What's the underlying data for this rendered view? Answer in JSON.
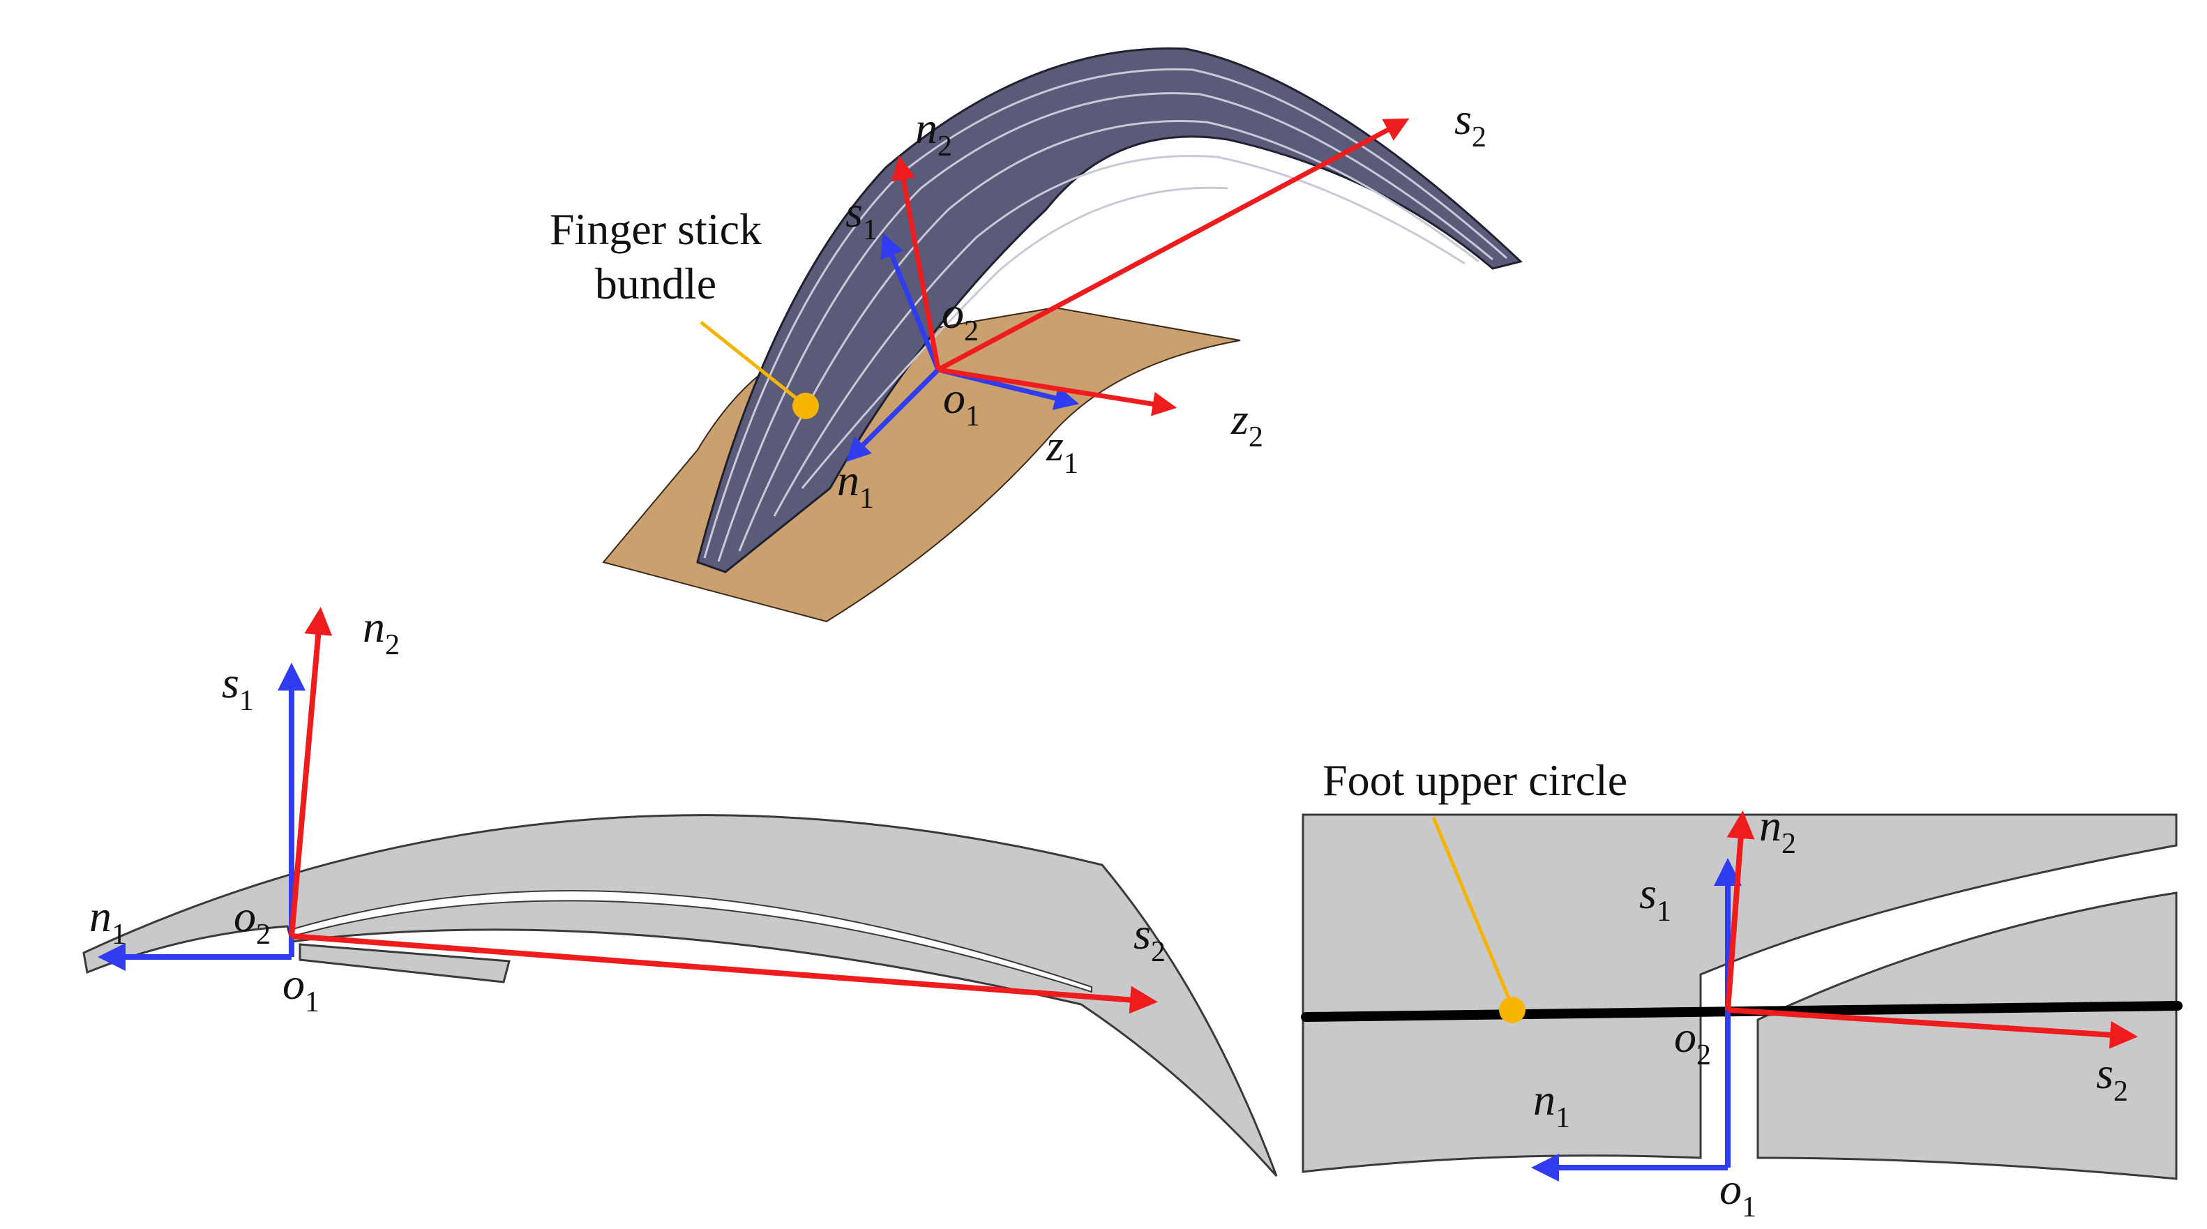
{
  "colors": {
    "frame1_axes": "#2f3cf0",
    "frame2_axes": "#ee1c1c",
    "leader": "#f5b400",
    "leader_dot": "#f7b500",
    "sticks": "#595b78",
    "base_plate": "#caa06e",
    "section_fill": "#c9c9cc",
    "outline": "#3a3a3a",
    "foot_circle": "#000000"
  },
  "top_view": {
    "annotation_line1": "Finger stick",
    "annotation_line2": "bundle",
    "labels": {
      "n2": {
        "letter": "n",
        "sub": "2"
      },
      "s1": {
        "letter": "s",
        "sub": "1"
      },
      "s2": {
        "letter": "s",
        "sub": "2"
      },
      "o2": {
        "letter": "o",
        "sub": "2"
      },
      "o1": {
        "letter": "o",
        "sub": "1"
      },
      "z1": {
        "letter": "z",
        "sub": "1"
      },
      "z2": {
        "letter": "z",
        "sub": "2"
      },
      "n1": {
        "letter": "n",
        "sub": "1"
      }
    }
  },
  "side_view": {
    "labels": {
      "n2": {
        "letter": "n",
        "sub": "2"
      },
      "s1": {
        "letter": "s",
        "sub": "1"
      },
      "n1": {
        "letter": "n",
        "sub": "1"
      },
      "o2": {
        "letter": "o",
        "sub": "2"
      },
      "o1": {
        "letter": "o",
        "sub": "1"
      },
      "s2": {
        "letter": "s",
        "sub": "2"
      }
    }
  },
  "detail_view": {
    "annotation": "Foot upper circle",
    "labels": {
      "n2": {
        "letter": "n",
        "sub": "2"
      },
      "s1": {
        "letter": "s",
        "sub": "1"
      },
      "o2": {
        "letter": "o",
        "sub": "2"
      },
      "s2": {
        "letter": "s",
        "sub": "2"
      },
      "n1": {
        "letter": "n",
        "sub": "1"
      },
      "o1": {
        "letter": "o",
        "sub": "1"
      }
    }
  }
}
